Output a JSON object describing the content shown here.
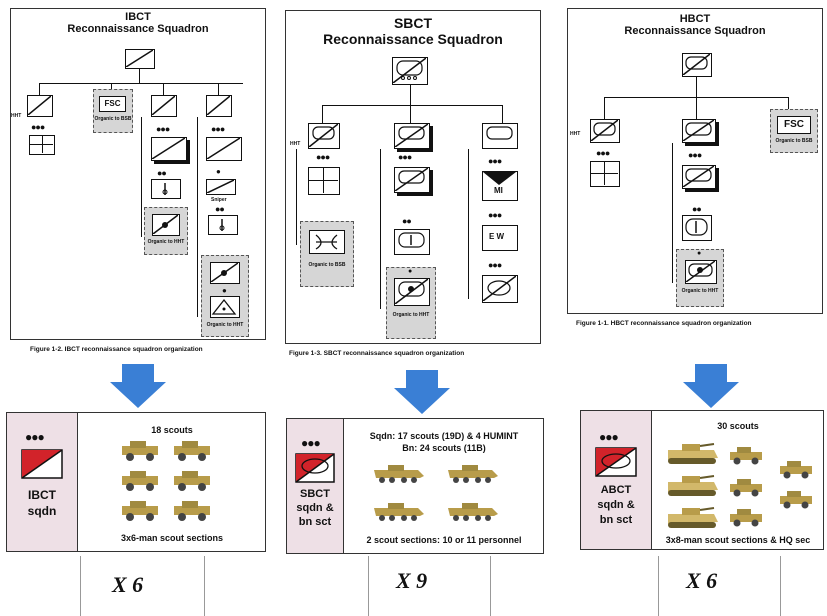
{
  "panels": [
    {
      "title_line1": "IBCT",
      "title_line2": "Reconnaissance Squadron",
      "caption": "Figure 1-2. IBCT reconnaissance squadron organization",
      "labels": {
        "hht": "HHT",
        "fsc": "FSC",
        "organic_bsb": "Organic to BSB",
        "sniper": "Sniper",
        "organic_hht_1": "Organic to HHT",
        "organic_hht_2": "Organic to HHT"
      }
    },
    {
      "title_line1": "SBCT",
      "title_line2": "Reconnaissance Squadron",
      "caption": "Figure 1-3. SBCT reconnaissance squadron organization",
      "labels": {
        "hht": "HHT",
        "organic_bsb": "Organic to BSB",
        "organic_hht": "Organic to HHT",
        "mi": "MI",
        "ew": "E W"
      }
    },
    {
      "title_line1": "HBCT",
      "title_line2": "Reconnaissance Squadron",
      "caption": "Figure 1-1. HBCT reconnaissance squadron organization",
      "labels": {
        "hht": "HHT",
        "fsc": "FSC",
        "organic_bsb": "Organic to BSB",
        "organic_hht": "Organic to HHT"
      }
    }
  ],
  "units": [
    {
      "unit_name": "IBCT\nsqdn",
      "scouts": "18 scouts",
      "sections": "3x6-man scout sections",
      "multiplier": "X 6"
    },
    {
      "unit_name": "SBCT\nsqdn &\nbn sct",
      "scouts": "Sqdn: 17 scouts (19D) & 4 HUMINT",
      "scouts_line2": "Bn: 24 scouts (11B)",
      "sections": "2 scout sections: 10 or 11 personnel",
      "multiplier": "X 9"
    },
    {
      "unit_name": "ABCT\nsqdn &\nbn sct",
      "scouts": "30 scouts",
      "sections": "3x8-man scout sections & HQ sec",
      "multiplier": "X 6"
    }
  ],
  "colors": {
    "arrow": "#3a7fd5",
    "unit_red": "#d2232a",
    "unit_bg": "#eee0e6",
    "vehicle": "#b89c4a"
  },
  "icons": [
    "down-arrow-icon",
    "unit-symbol-icon",
    "humvee-icon",
    "stryker-icon",
    "bradley-icon"
  ]
}
